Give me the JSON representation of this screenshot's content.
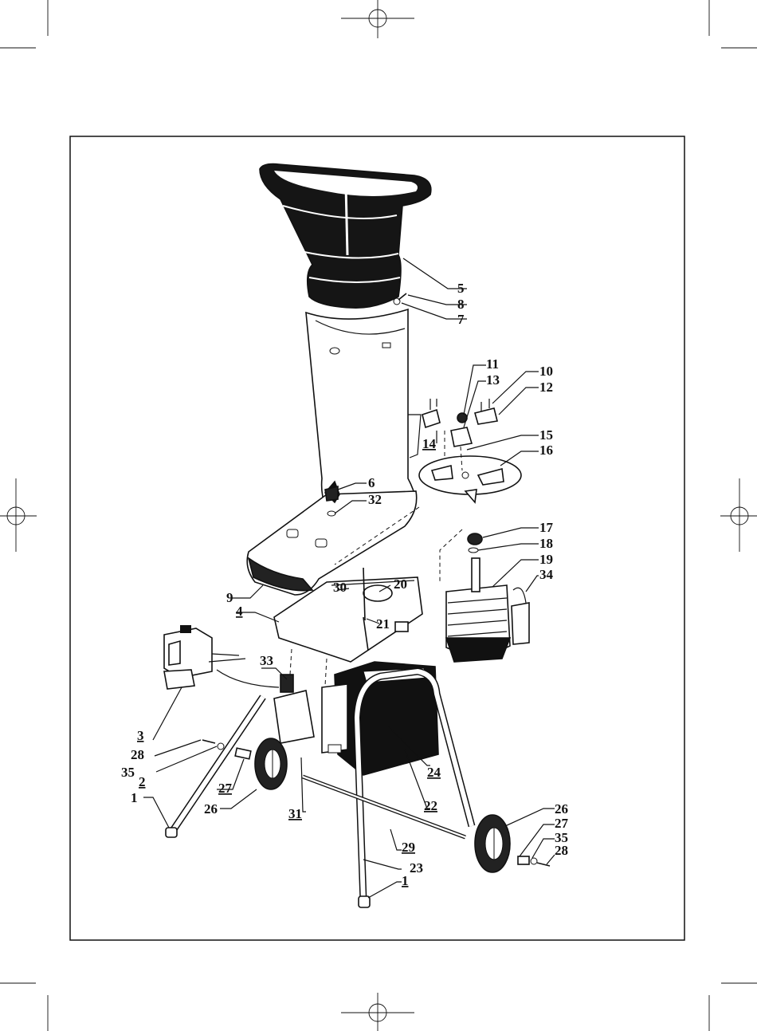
{
  "diagram": {
    "callouts": [
      {
        "id": "c5",
        "text": "5",
        "underlined": false
      },
      {
        "id": "c8",
        "text": "8",
        "underlined": false
      },
      {
        "id": "c7",
        "text": "7",
        "underlined": false
      },
      {
        "id": "c11",
        "text": "11",
        "underlined": false
      },
      {
        "id": "c13",
        "text": "13",
        "underlined": false
      },
      {
        "id": "c10",
        "text": "10",
        "underlined": false
      },
      {
        "id": "c12",
        "text": "12",
        "underlined": false
      },
      {
        "id": "c14",
        "text": "14",
        "underlined": true
      },
      {
        "id": "c15",
        "text": "15",
        "underlined": false
      },
      {
        "id": "c16",
        "text": "16",
        "underlined": false
      },
      {
        "id": "c6",
        "text": "6",
        "underlined": false
      },
      {
        "id": "c32",
        "text": "32",
        "underlined": false
      },
      {
        "id": "c17",
        "text": "17",
        "underlined": false
      },
      {
        "id": "c18",
        "text": "18",
        "underlined": false
      },
      {
        "id": "c19",
        "text": "19",
        "underlined": false
      },
      {
        "id": "c34",
        "text": "34",
        "underlined": false
      },
      {
        "id": "c9",
        "text": "9",
        "underlined": false
      },
      {
        "id": "c30",
        "text": "30",
        "underlined": false
      },
      {
        "id": "c20",
        "text": "20",
        "underlined": false
      },
      {
        "id": "c4",
        "text": "4",
        "underlined": true
      },
      {
        "id": "c21",
        "text": "21",
        "underlined": false
      },
      {
        "id": "c33",
        "text": "33",
        "underlined": false
      },
      {
        "id": "c3",
        "text": "3",
        "underlined": true
      },
      {
        "id": "c28a",
        "text": "28",
        "underlined": false
      },
      {
        "id": "c35a",
        "text": "35",
        "underlined": false
      },
      {
        "id": "c2",
        "text": "2",
        "underlined": true
      },
      {
        "id": "c27a",
        "text": "27",
        "underlined": true
      },
      {
        "id": "c24",
        "text": "24",
        "underlined": true
      },
      {
        "id": "c1a",
        "text": "1",
        "underlined": false
      },
      {
        "id": "c26a",
        "text": "26",
        "underlined": false
      },
      {
        "id": "c22",
        "text": "22",
        "underlined": true
      },
      {
        "id": "c31",
        "text": "31",
        "underlined": true
      },
      {
        "id": "c26b",
        "text": "26",
        "underlined": false
      },
      {
        "id": "c27b",
        "text": "27",
        "underlined": false
      },
      {
        "id": "c35b",
        "text": "35",
        "underlined": false
      },
      {
        "id": "c28b",
        "text": "28",
        "underlined": false
      },
      {
        "id": "c29",
        "text": "29",
        "underlined": true
      },
      {
        "id": "c23",
        "text": "23",
        "underlined": false
      },
      {
        "id": "c1b",
        "text": "1",
        "underlined": true
      }
    ]
  }
}
